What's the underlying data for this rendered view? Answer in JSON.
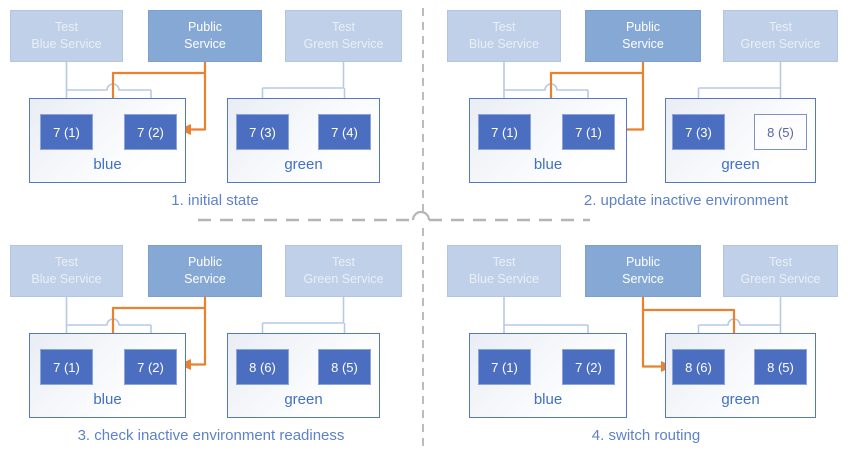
{
  "colors": {
    "pod_fill": "#4b6ec0",
    "pod_border": "#8ba5d8",
    "test_service_fill": "#c0d0e8",
    "public_service_fill": "#86a8d5",
    "orange_route": "#e8822f",
    "light_arrow": "#b7c9e6",
    "env_border": "#5578c2",
    "caption_text": "#5d82ca",
    "dashed_divider": "#b5b5b5"
  },
  "panels": [
    {
      "caption": "1. initial state",
      "services": {
        "blue": {
          "line1": "Test",
          "line2": "Blue Service"
        },
        "public": {
          "line1": "Public",
          "line2": "Service"
        },
        "green": {
          "line1": "Test",
          "line2": "Green Service"
        }
      },
      "blue_env": {
        "label": "blue",
        "pods": [
          "7 (1)",
          "7 (2)"
        ]
      },
      "green_env": {
        "label": "green",
        "pods": [
          "7 (3)",
          "7 (4)"
        ]
      },
      "public_routes_to": "blue"
    },
    {
      "caption": "2. update inactive environment",
      "services": {
        "blue": {
          "line1": "Test",
          "line2": "Blue Service"
        },
        "public": {
          "line1": "Public",
          "line2": "Service"
        },
        "green": {
          "line1": "Test",
          "line2": "Green Service"
        }
      },
      "blue_env": {
        "label": "blue",
        "pods": [
          "7 (1)",
          "7 (1)"
        ]
      },
      "green_env": {
        "label": "green",
        "pods": [
          "7 (3)",
          "8 (5)"
        ]
      },
      "updating_pod": "8 (5)",
      "public_routes_to": "blue"
    },
    {
      "caption": "3. check inactive environment readiness",
      "services": {
        "blue": {
          "line1": "Test",
          "line2": "Blue Service"
        },
        "public": {
          "line1": "Public",
          "line2": "Service"
        },
        "green": {
          "line1": "Test",
          "line2": "Green Service"
        }
      },
      "blue_env": {
        "label": "blue",
        "pods": [
          "7 (1)",
          "7 (2)"
        ]
      },
      "green_env": {
        "label": "green",
        "pods": [
          "8 (6)",
          "8 (5)"
        ]
      },
      "public_routes_to": "blue"
    },
    {
      "caption": "4. switch routing",
      "services": {
        "blue": {
          "line1": "Test",
          "line2": "Blue Service"
        },
        "public": {
          "line1": "Public",
          "line2": "Service"
        },
        "green": {
          "line1": "Test",
          "line2": "Green Service"
        }
      },
      "blue_env": {
        "label": "blue",
        "pods": [
          "7 (1)",
          "7 (2)"
        ]
      },
      "green_env": {
        "label": "green",
        "pods": [
          "8 (6)",
          "8 (5)"
        ]
      },
      "public_routes_to": "green"
    }
  ]
}
